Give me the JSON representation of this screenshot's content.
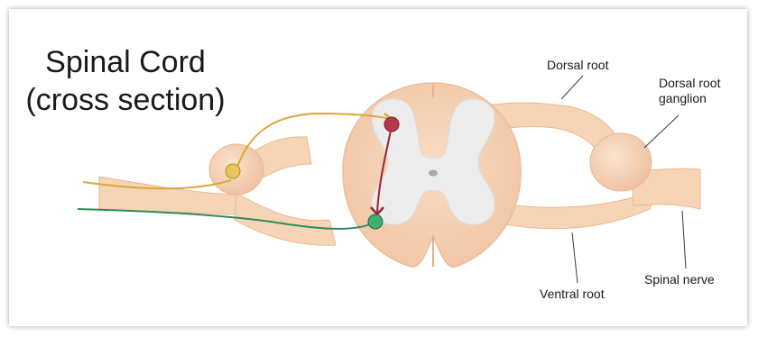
{
  "title": {
    "line1": "Spinal Cord",
    "line2": "(cross section)"
  },
  "labels": {
    "dorsal_root": "Dorsal root",
    "dorsal_root_ganglion_line1": "Dorsal root",
    "dorsal_root_ganglion_line2": "ganglion",
    "ventral_root": "Ventral root",
    "spinal_nerve": "Spinal nerve"
  },
  "colors": {
    "tissue": "#f6d4b6",
    "tissue_edge": "#e9b894",
    "gray_matter": "#ececec",
    "sensory_neuron": "#d9a93a",
    "interneuron": "#9b2335",
    "motor_neuron": "#2e8b57"
  }
}
